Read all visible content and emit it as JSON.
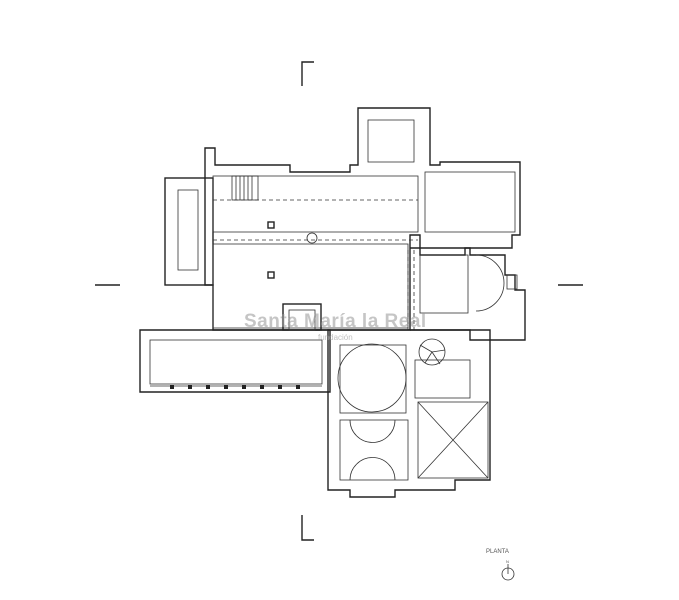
{
  "watermark": {
    "title": "Santa María la Real",
    "subtitle": "fundación"
  },
  "legend": {
    "label": "PLANTA",
    "north_marker": "N"
  }
}
